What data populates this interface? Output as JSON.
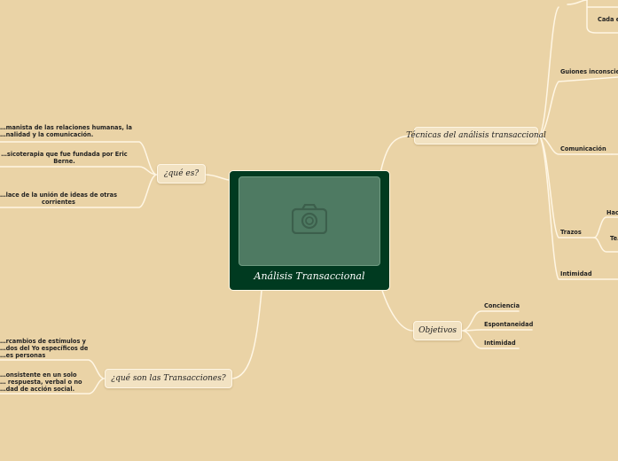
{
  "central": {
    "title": "Análisis Transaccional",
    "image_icon": "camera-icon"
  },
  "branches": {
    "que_es": {
      "label": "¿qué es?",
      "items": [
        [
          "…manista de las relaciones humanas, la",
          "…nalidad y la comunicación."
        ],
        [
          "…sicoterapia que fue fundada por Eric",
          "Berne."
        ],
        [
          "…lace de la unión de ideas de otras",
          "corrientes"
        ]
      ]
    },
    "transacciones": {
      "label": "¿qué son las Transacciones?",
      "items": [
        [
          "…rcambios de estímulos y",
          "…dos del Yo específicos de",
          "…es personas"
        ],
        [
          "…onsistente en un solo",
          "… respuesta, verbal o no",
          "…dad de acción social."
        ]
      ]
    },
    "tecnicas": {
      "label": "Técnicas del análisis transaccional",
      "items": [
        "Cada e…",
        "Guiones inconscie…",
        "Comunicación",
        "Hac…",
        "Te…",
        "Trazos",
        "Intimidad"
      ]
    },
    "objetivos": {
      "label": "Objetivos",
      "items": [
        "Conciencia",
        "Espontaneidad",
        "Intimidad"
      ]
    }
  },
  "colors": {
    "background": "#ead3a6",
    "central": "#003a20",
    "line": "#fff6e4"
  }
}
